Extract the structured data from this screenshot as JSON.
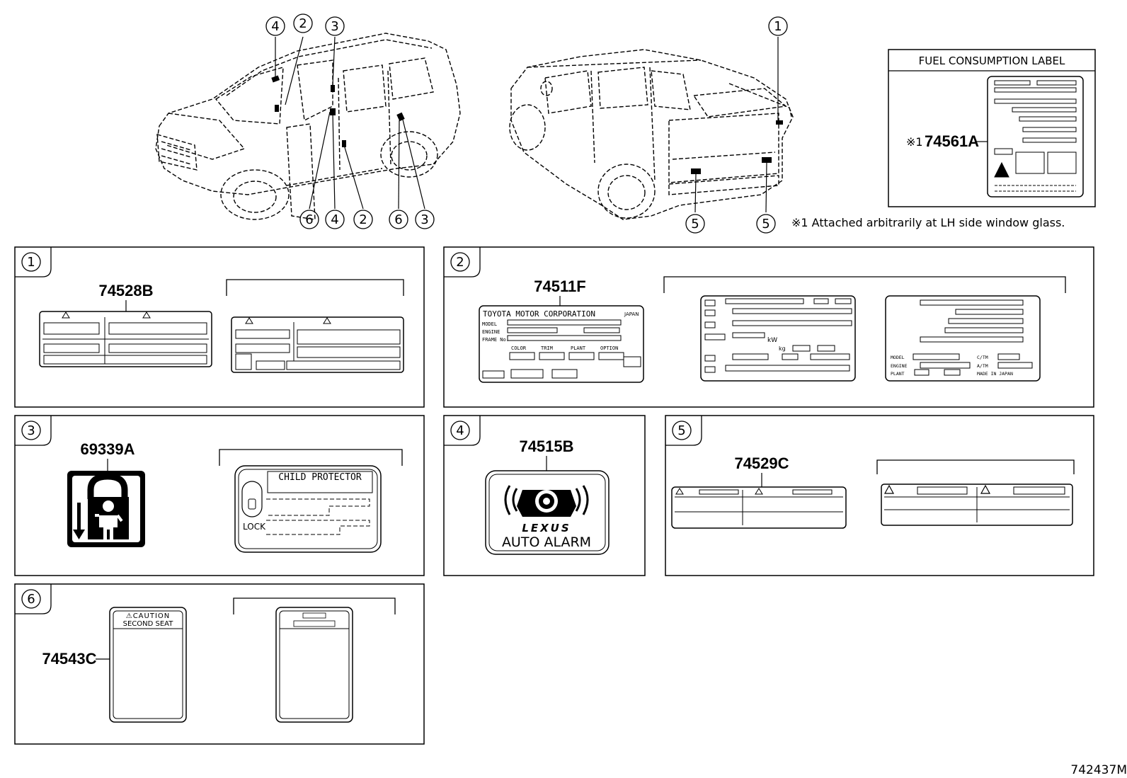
{
  "fuel_label": {
    "title": "FUEL CONSUMPTION LABEL",
    "part_prefix": "※1",
    "part": "74561A",
    "note": "※1  Attached arbitrarily at LH side window glass."
  },
  "car_callouts": {
    "front_top": [
      "4",
      "2",
      "3"
    ],
    "front_bottom": [
      "6",
      "4",
      "2",
      "6",
      "3"
    ],
    "rear_top": [
      "1"
    ],
    "rear_bottom": [
      "5",
      "5"
    ]
  },
  "panels": [
    {
      "num": "1",
      "part": "74528B"
    },
    {
      "num": "2",
      "part": "74511F",
      "plate": {
        "maker": "TOYOTA MOTOR CORPORATION",
        "japan": "JAPAN",
        "model": "MODEL",
        "engine": "ENGINE",
        "frame": "FRAME No.",
        "color": "COLOR",
        "trim": "TRIM",
        "plant": "PLANT",
        "option": "OPTION"
      },
      "alt2": {
        "kw": "kW",
        "kg": "kg",
        "model": "MODEL",
        "engine": "ENGINE",
        "plant": "PLANT",
        "ctm": "C/TM",
        "atm": "A/TM",
        "made": "MADE IN JAPAN"
      }
    },
    {
      "num": "3",
      "part": "69339A",
      "label_title": "CHILD PROTECTOR",
      "lock": "LOCK"
    },
    {
      "num": "4",
      "part": "74515B",
      "brand": "LEXUS",
      "text": "AUTO ALARM"
    },
    {
      "num": "5",
      "part": "74529C"
    },
    {
      "num": "6",
      "part": "74543C",
      "caution": "⚠CAUTION",
      "seat": "SECOND SEAT"
    }
  ],
  "footer_code": "742437M",
  "colors": {
    "line": "#000000",
    "background": "#ffffff"
  }
}
